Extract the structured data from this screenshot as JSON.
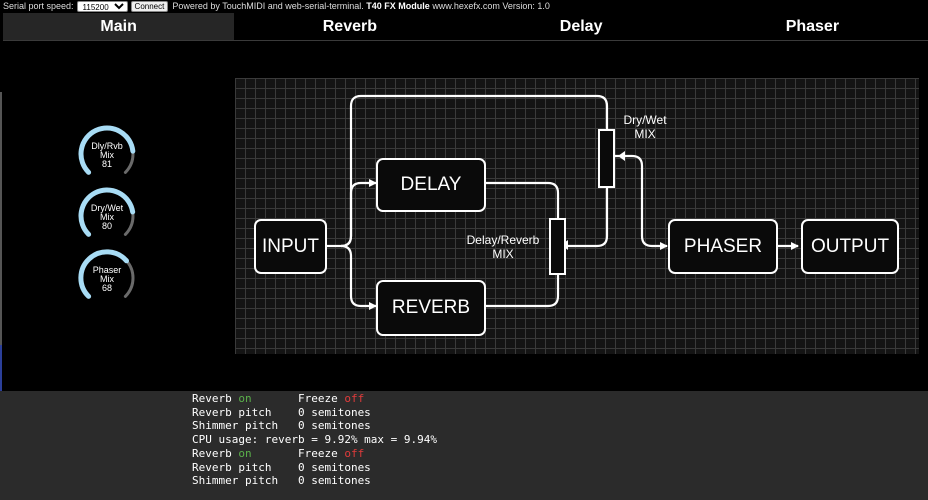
{
  "topbar": {
    "speed_label": "Serial port speed:",
    "speed_value": "115200",
    "connect_label": "Connect",
    "credits_prefix": "Powered by TouchMIDI and web-serial-terminal.",
    "module_name": "T40 FX Module",
    "credits_suffix": "www.hexefx.com Version: 1.0"
  },
  "tabs": [
    {
      "label": "Main"
    },
    {
      "label": "Reverb"
    },
    {
      "label": "Delay"
    },
    {
      "label": "Phaser"
    }
  ],
  "knobs": [
    {
      "line1": "Dly/Rvb",
      "line2": "Mix",
      "value": "81",
      "level": 0.81
    },
    {
      "line1": "Dry/Wet",
      "line2": "Mix",
      "value": "80",
      "level": 0.8
    },
    {
      "line1": "Phaser",
      "line2": "Mix",
      "value": "68",
      "level": 0.68
    }
  ],
  "diagram": {
    "input": "INPUT",
    "delay": "DELAY",
    "reverb": "REVERB",
    "phaser": "PHASER",
    "output": "OUTPUT",
    "drywet_line1": "Dry/Wet",
    "drywet_line2": "MIX",
    "delayreverb_line1": "Delay/Reverb",
    "delayreverb_line2": "MIX"
  },
  "console": [
    {
      "a": "Reverb ",
      "b": "on",
      "b_class": "on",
      "c": "       Freeze ",
      "d": "off",
      "d_class": "off"
    },
    {
      "a": "Reverb pitch    0 semitones"
    },
    {
      "a": "Shimmer pitch   0 semitones"
    },
    {
      "a": "CPU usage: reverb = 9.92% max = 9.94%"
    },
    {
      "a": "Reverb ",
      "b": "on",
      "b_class": "on",
      "c": "       Freeze ",
      "d": "off",
      "d_class": "off"
    },
    {
      "a": "Reverb pitch    0 semitones"
    },
    {
      "a": "Shimmer pitch   0 semitones"
    }
  ],
  "colors": {
    "knob_arc": "#a8dcf5",
    "knob_track": "#6a6a6a",
    "console_on": "#5ab04a",
    "console_off": "#e03b3b"
  }
}
